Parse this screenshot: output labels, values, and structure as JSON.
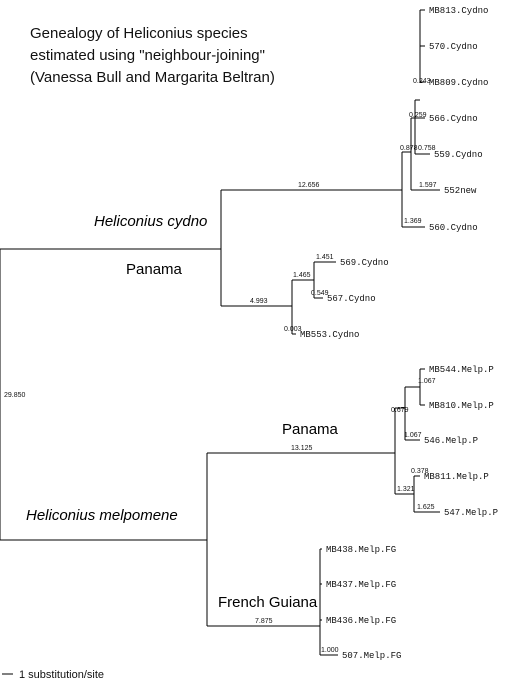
{
  "title": {
    "line1": "Genealogy of Heliconius species",
    "line2": "estimated using \"neighbour-joining\"",
    "line3": "(Vanessa Bull and Margarita Beltran)"
  },
  "leaves": {
    "mb813": "MB813.Cydno",
    "c570": "570.Cydno",
    "mb809": "MB809.Cydno",
    "c566": "566.Cydno",
    "c559": "559.Cydno",
    "n552": "552new",
    "c560": "560.Cydno",
    "c569": "569.Cydno",
    "c567": "567.Cydno",
    "mb553": "MB553.Cydno",
    "mb544": "MB544.Melp.P",
    "mb810": "MB810.Melp.P",
    "m546": "546.Melp.P",
    "mb811": "MB811.Melp.P",
    "m547": "547.Melp.P",
    "mb438": "MB438.Melp.FG",
    "mb437": "MB437.Melp.FG",
    "mb436": "MB436.Melp.FG",
    "fg507": "507.Melp.FG"
  },
  "branch_lengths": {
    "root": "29.850",
    "cydno_upper": "12.656",
    "cydno_lower": "4.993",
    "n0243": "0.243",
    "n0259": "0.259",
    "n0758": "0.758",
    "n0878": "0.878",
    "n1597": "1.597",
    "n1369": "1.369",
    "n1451": "1.451",
    "n1465": "1.465",
    "n0549": "0.549",
    "n0003": "0.003",
    "melp_panama": "13.125",
    "n1067a": "1.067",
    "n0679": "0.679",
    "n1067b": "1.067",
    "n0378": "0.378",
    "n1321": "1.321",
    "n1625": "1.625",
    "fg": "7.875",
    "n1000": "1.000"
  },
  "labels": {
    "species_cydno": "Heliconius cydno",
    "species_melpomene": "Heliconius melpomene",
    "region_panama_cydno": "Panama",
    "region_panama_melp": "Panama",
    "region_french_guiana": "French Guiana"
  },
  "scale_bar": "1 substitution/site"
}
